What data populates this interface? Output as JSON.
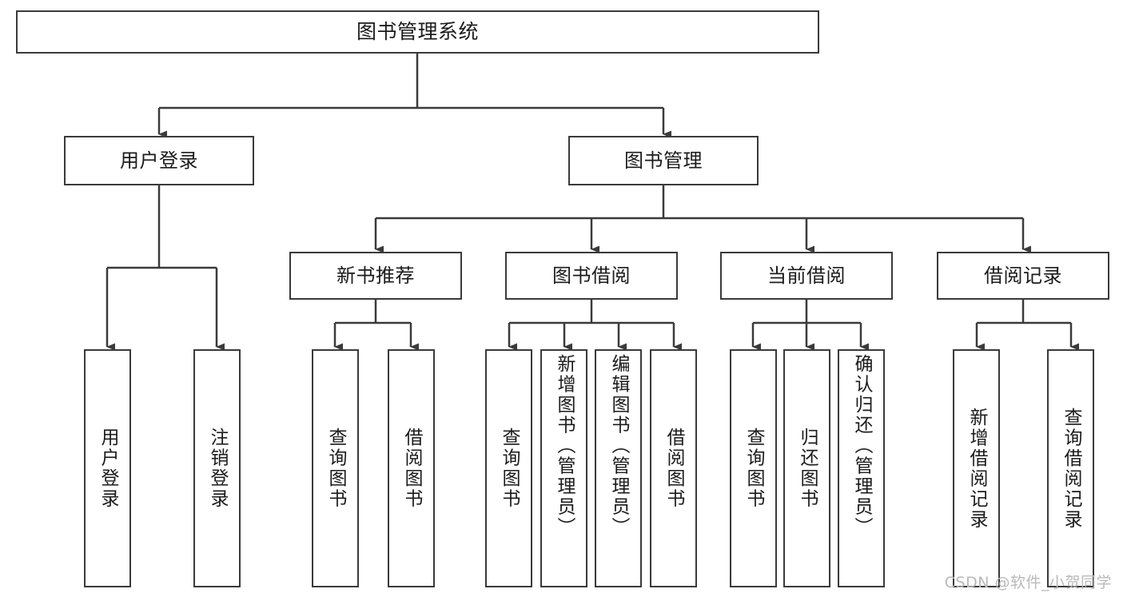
{
  "diagram": {
    "title": "图书管理系统",
    "type": "tree-hierarchy",
    "orientation": "top-down",
    "root": {
      "label": "图书管理系统"
    },
    "level1": [
      {
        "label": "用户登录"
      },
      {
        "label": "图书管理"
      }
    ],
    "level2": [
      {
        "label": "新书推荐"
      },
      {
        "label": "图书借阅"
      },
      {
        "label": "当前借阅"
      },
      {
        "label": "借阅记录"
      }
    ],
    "leaves": {
      "user_login": [
        {
          "label": "用户登录"
        },
        {
          "label": "注销登录"
        }
      ],
      "new_book_recommend": [
        {
          "label": "查询图书"
        },
        {
          "label": "借阅图书"
        }
      ],
      "book_borrow": [
        {
          "label": "查询图书"
        },
        {
          "label": "新增图书（管理员）"
        },
        {
          "label": "编辑图书（管理员）"
        },
        {
          "label": "借阅图书"
        }
      ],
      "current_borrow": [
        {
          "label": "查询图书"
        },
        {
          "label": "归还图书"
        },
        {
          "label": "确认归还（管理员）"
        }
      ],
      "borrow_record": [
        {
          "label": "新增借阅记录"
        },
        {
          "label": "查询借阅记录"
        }
      ]
    }
  },
  "watermark": {
    "text": "CSDN @软件_小贺同学"
  },
  "colors": {
    "stroke": "#3a3a3a",
    "fill": "#ffffff",
    "text": "#1b1b1b",
    "watermark": "#b9b9b9"
  }
}
